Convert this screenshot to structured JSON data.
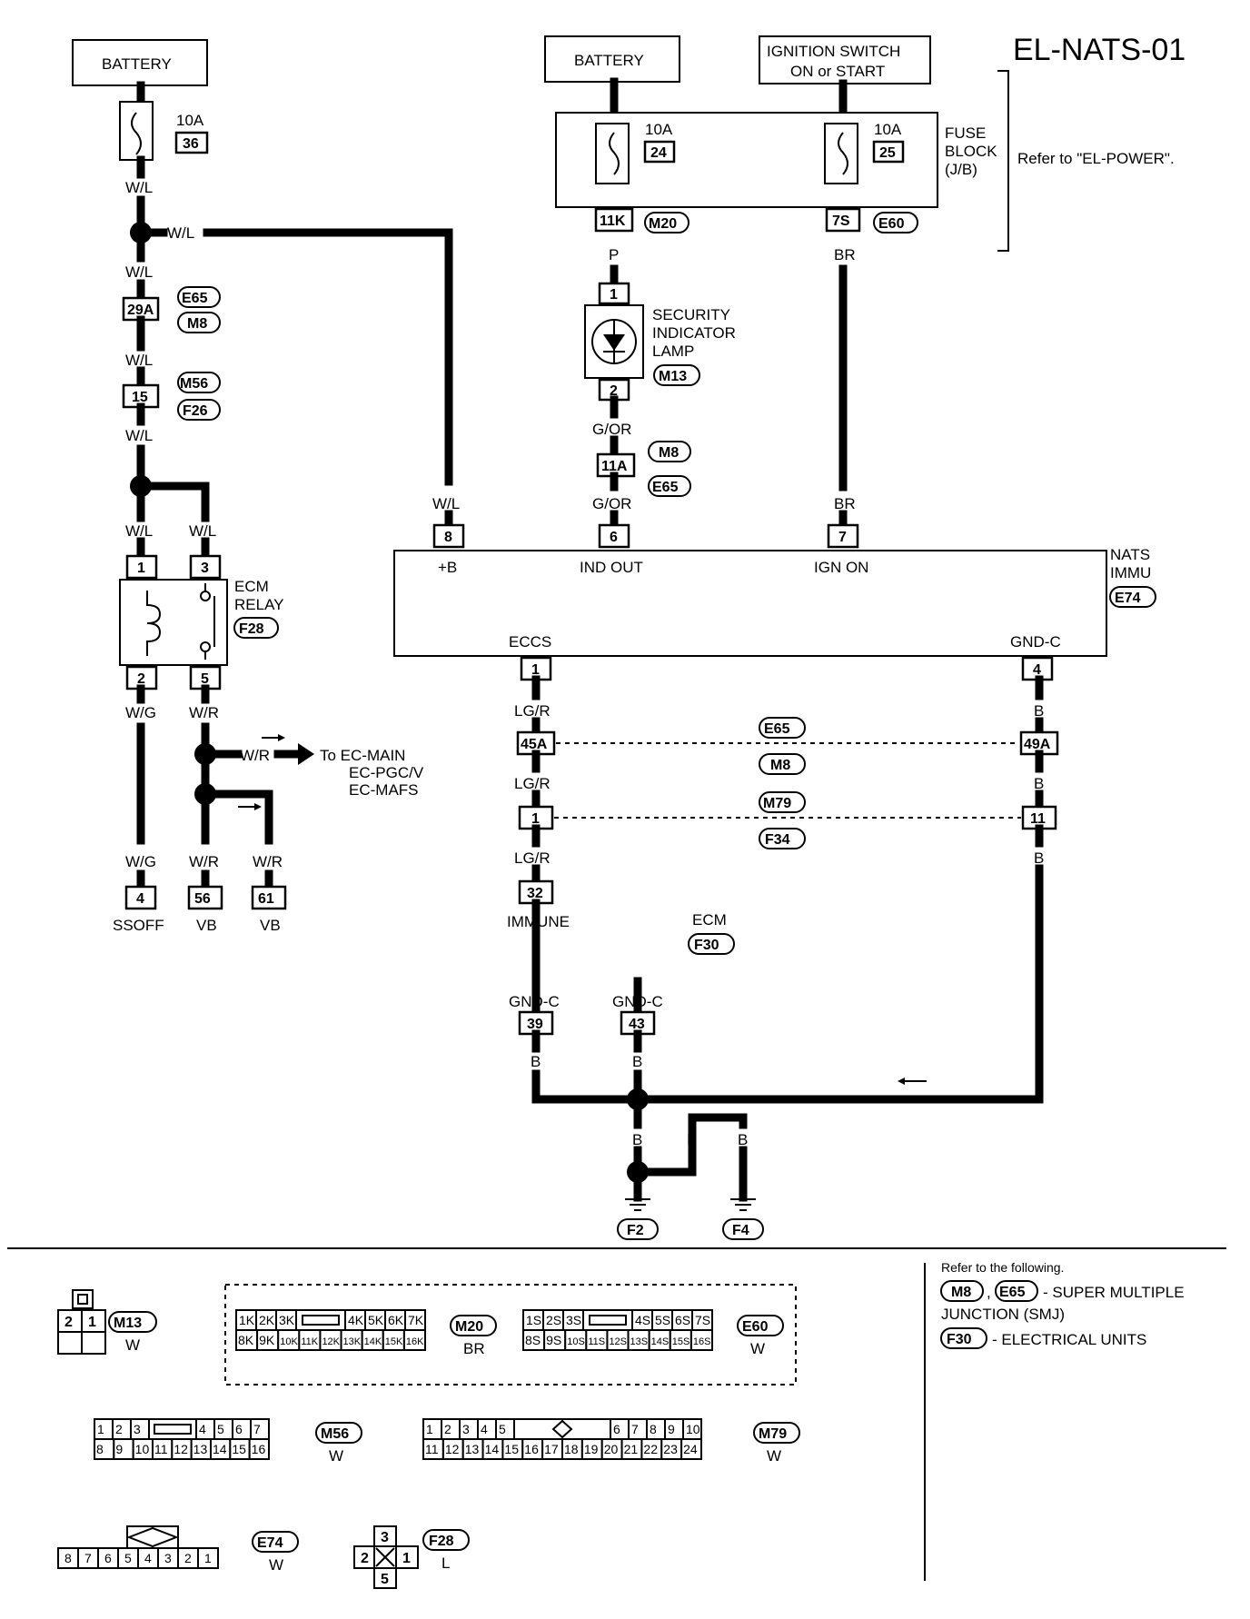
{
  "title": "EL-NATS-01",
  "power_left": {
    "battery": "BATTERY",
    "fuse_amp": "10A",
    "fuse_no": "36",
    "wire_wl": "W/L",
    "conn_29a": "29A",
    "e65": "E65",
    "m8": "M8",
    "conn_15": "15",
    "m56": "M56",
    "f26": "F26"
  },
  "power_right": {
    "battery": "BATTERY",
    "ign_line1": "IGNITION SWITCH",
    "ign_line2": "ON or START",
    "fuse1_amp": "10A",
    "fuse1_no": "24",
    "fuse2_amp": "10A",
    "fuse2_no": "25",
    "fuse_block_1": "FUSE",
    "fuse_block_2": "BLOCK",
    "fuse_block_3": "(J/B)",
    "refer_power": "Refer to \"EL-POWER\".",
    "conn_11k": "11K",
    "m20": "M20",
    "conn_7s": "7S",
    "e60": "E60",
    "wire_p": "P",
    "wire_br": "BR"
  },
  "lamp": {
    "pin1": "1",
    "pin2": "2",
    "name1": "SECURITY",
    "name2": "INDICATOR",
    "name3": "LAMP",
    "conn": "M13",
    "wire_gor": "G/OR",
    "conn_11a": "11A",
    "m8": "M8",
    "e65": "E65"
  },
  "relay": {
    "pin1": "1",
    "pin3": "3",
    "pin2": "2",
    "pin5": "5",
    "name1": "ECM",
    "name2": "RELAY",
    "conn": "F28",
    "wire_wg": "W/G",
    "wire_wr": "W/R",
    "to_label1": "To EC-MAIN",
    "to_label2": "EC-PGC/V",
    "to_label3": "EC-MAFS",
    "pin_4": "4",
    "pin_56": "56",
    "pin_61": "61",
    "ssoff": "SSOFF",
    "vb1": "VB",
    "vb2": "VB"
  },
  "immu": {
    "name1": "NATS",
    "name2": "IMMU",
    "conn": "E74",
    "pin8": "8",
    "pin6": "6",
    "pin7": "7",
    "term_b": "+B",
    "term_ind": "IND OUT",
    "term_ign": "IGN ON",
    "term_eccs": "ECCS",
    "term_gnd": "GND-C",
    "pin1": "1",
    "pin4": "4",
    "wire_wl": "W/L",
    "wire_gor": "G/OR",
    "wire_br": "BR"
  },
  "lower": {
    "wire_lgr": "LG/R",
    "wire_b": "B",
    "conn_45a": "45A",
    "conn_49a": "49A",
    "e65": "E65",
    "m8": "M8",
    "conn_1": "1",
    "conn_11": "11",
    "m79": "M79",
    "f34": "F34",
    "pin_32": "32",
    "immune": "IMMUNE",
    "ecm": "ECM",
    "f30": "F30",
    "gndc_39": "GND-C",
    "gndc_43": "GND-C",
    "pin_39": "39",
    "pin_43": "43",
    "f2": "F2",
    "f4": "F4"
  },
  "legend": {
    "refer_line": "Refer to the following.",
    "m8": "M8",
    "e65": "E65",
    "smj_text1": "- SUPER MULTIPLE",
    "smj_text2": "JUNCTION (SMJ)",
    "f30": "F30",
    "eu_text": "- ELECTRICAL UNITS"
  },
  "connectors": {
    "m13": {
      "id": "M13",
      "color": "W",
      "pins": [
        "2",
        "1"
      ]
    },
    "m20": {
      "id": "M20",
      "color": "BR",
      "top": [
        "1K",
        "2K",
        "3K",
        "4K",
        "5K",
        "6K",
        "7K"
      ],
      "bottom": [
        "8K",
        "9K",
        "10K",
        "11K",
        "12K",
        "13K",
        "14K",
        "15K",
        "16K"
      ]
    },
    "e60": {
      "id": "E60",
      "color": "W",
      "top": [
        "1S",
        "2S",
        "3S",
        "4S",
        "5S",
        "6S",
        "7S"
      ],
      "bottom": [
        "8S",
        "9S",
        "10S",
        "11S",
        "12S",
        "13S",
        "14S",
        "15S",
        "16S"
      ]
    },
    "m56": {
      "id": "M56",
      "color": "W",
      "top": [
        "1",
        "2",
        "3",
        "4",
        "5",
        "6",
        "7"
      ],
      "bottom": [
        "8",
        "9",
        "10",
        "11",
        "12",
        "13",
        "14",
        "15",
        "16"
      ]
    },
    "m79": {
      "id": "M79",
      "color": "W",
      "top": [
        "1",
        "2",
        "3",
        "4",
        "5",
        "6",
        "7",
        "8",
        "9",
        "10"
      ],
      "bottom": [
        "11",
        "12",
        "13",
        "14",
        "15",
        "16",
        "17",
        "18",
        "19",
        "20",
        "21",
        "22",
        "23",
        "24"
      ]
    },
    "e74": {
      "id": "E74",
      "color": "W",
      "pins": [
        "8",
        "7",
        "6",
        "5",
        "4",
        "3",
        "2",
        "1"
      ]
    },
    "f28": {
      "id": "F28",
      "color": "L",
      "top": "3",
      "left": "2",
      "right": "1",
      "bottom": "5"
    }
  }
}
